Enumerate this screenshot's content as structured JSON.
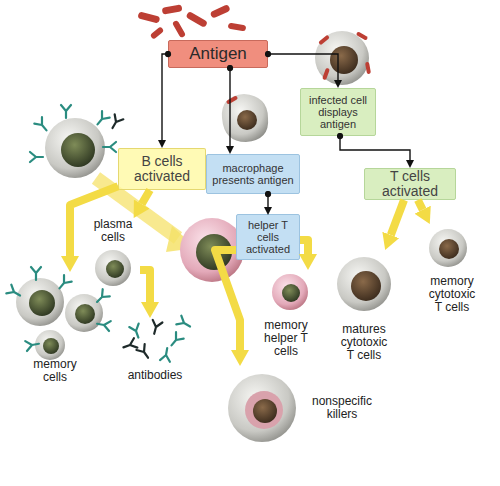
{
  "diagram": {
    "nodes": [
      {
        "text": [
          "Antigen"
        ]
      },
      {
        "text": [
          "infected cell displays antigen"
        ]
      },
      {
        "text": [
          "B cells activated"
        ]
      },
      {
        "text": [
          "macrophage presents antigen"
        ]
      },
      {
        "text": [
          "T cells activated"
        ]
      },
      {
        "text": [
          "helper T cells activated"
        ]
      },
      {
        "text": [
          "plasma cells"
        ]
      },
      {
        "text": [
          "memory cytotoxic T cells"
        ]
      },
      {
        "text": [
          "memory helper T cells"
        ]
      },
      {
        "text": [
          "matures cytotoxic T cells"
        ]
      },
      {
        "text": [
          "memory cells"
        ]
      },
      {
        "text": [
          "antibodies"
        ]
      },
      {
        "text": [
          "nonspecific killers"
        ]
      }
    ],
    "edges": [
      {
        "from": 0,
        "to": 2,
        "arrow": "to"
      },
      {
        "from": 0,
        "to": 3,
        "arrow": "to"
      },
      {
        "from": 0,
        "to": 1,
        "arrow": "to"
      },
      {
        "from": 1,
        "to": 4,
        "arrow": "to"
      },
      {
        "from": 3,
        "to": 5,
        "arrow": "to"
      },
      {
        "from": 2,
        "to": 6,
        "arrow": "to"
      },
      {
        "from": 2,
        "to": 10,
        "arrow": "to"
      },
      {
        "from": 6,
        "to": 11,
        "arrow": "to"
      },
      {
        "from": 5,
        "to": 8,
        "arrow": "to"
      },
      {
        "from": 5,
        "to": 12,
        "arrow": "to"
      },
      {
        "from": 4,
        "to": 9,
        "arrow": "to"
      },
      {
        "from": 4,
        "to": 7,
        "arrow": "to"
      }
    ]
  }
}
